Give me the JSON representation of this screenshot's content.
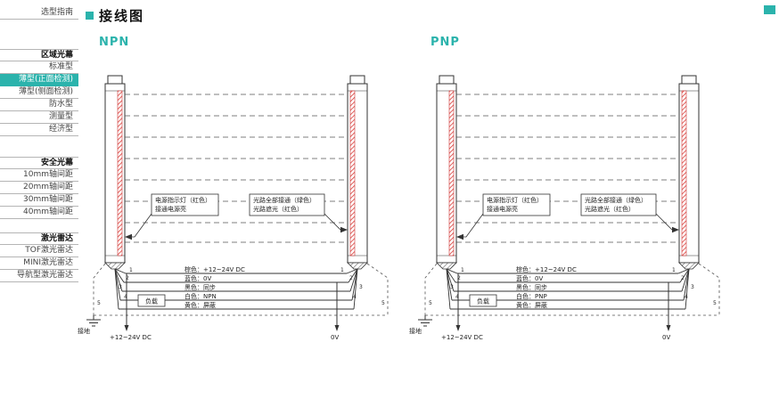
{
  "colors": {
    "accent": "#2bb3ac",
    "beam_window_red": "#d93a35"
  },
  "header": {
    "title": "接线图"
  },
  "sidebar": {
    "top_item": "选型指南",
    "sections": [
      {
        "header": "区域光幕",
        "items": [
          "标准型",
          "薄型(正面检测)",
          "薄型(侧面检测)",
          "防水型",
          "测量型",
          "经济型"
        ],
        "active_index": 1
      },
      {
        "header": "安全光幕",
        "items": [
          "10mm轴间距",
          "20mm轴间距",
          "30mm轴间距",
          "40mm轴间距"
        ]
      },
      {
        "header": "激光雷达",
        "items": [
          "TOF激光雷达",
          "MINI激光雷达",
          "导航型激光雷达"
        ]
      }
    ]
  },
  "pins": {
    "p1": "1",
    "p2": "2",
    "p3": "3",
    "p4": "4",
    "p5": "5"
  },
  "diagrams": {
    "npn": {
      "label": "NPN",
      "callout_power": {
        "line1": "电源指示灯（红色）",
        "line2": "接通电源亮"
      },
      "callout_optical": {
        "line1": "光路全部接通（绿色）",
        "line2": "光路遮光（红色）"
      },
      "wires": {
        "brown": "棕色：+12~24V DC",
        "blue": "蓝色：0V",
        "black": "黑色：同步",
        "white": "白色：NPN",
        "yellow": "黄色：屏蔽"
      },
      "load": "负载",
      "ground": "接地",
      "power": "+12~24V DC",
      "zero": "0V"
    },
    "pnp": {
      "label": "PNP",
      "callout_power": {
        "line1": "电源指示灯（红色）",
        "line2": "接通电源亮"
      },
      "callout_optical": {
        "line1": "光路全部接通（绿色）",
        "line2": "光路遮光（红色）"
      },
      "wires": {
        "brown": "棕色：+12~24V DC",
        "blue": "蓝色：0V",
        "black": "黑色：同步",
        "white": "白色：PNP",
        "yellow": "黄色：屏蔽"
      },
      "load": "负载",
      "ground": "接地",
      "power": "+12~24V DC",
      "zero": "0V"
    }
  }
}
